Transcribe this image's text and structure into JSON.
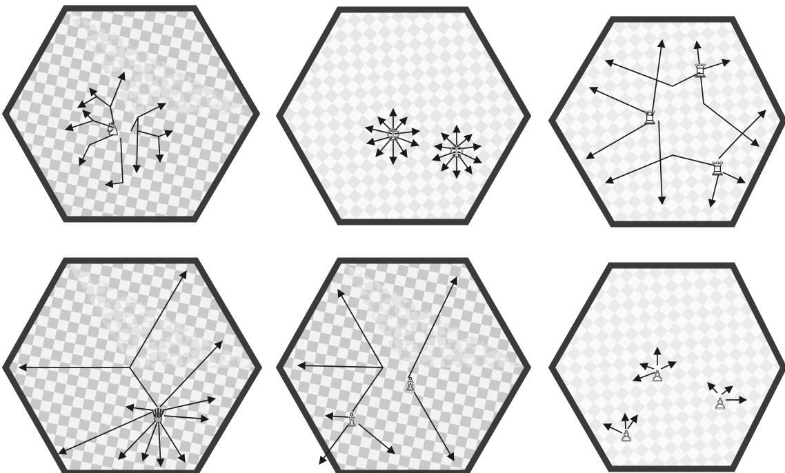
{
  "figure": {
    "boards": [
      {
        "id": "knight",
        "piece_icon": "knight-icon",
        "piece_glyph": "♘"
      },
      {
        "id": "king",
        "piece_icon": "king-icon",
        "piece_glyph": "♔"
      },
      {
        "id": "rook",
        "piece_icon": "rook-icon",
        "piece_glyph": "♖"
      },
      {
        "id": "queen",
        "piece_icon": "queen-icon",
        "piece_glyph": "♕"
      },
      {
        "id": "bishop",
        "piece_icon": "bishop-icon",
        "piece_glyph": "♗"
      },
      {
        "id": "pawn",
        "piece_icon": "pawn-icon",
        "piece_glyph": "♙"
      }
    ],
    "colors": {
      "board_outline": "#3a3a3a",
      "checker_dark": "#c9c9c9",
      "checker_light": "#f2f2f2",
      "arrows": "#1a1a1a"
    }
  }
}
